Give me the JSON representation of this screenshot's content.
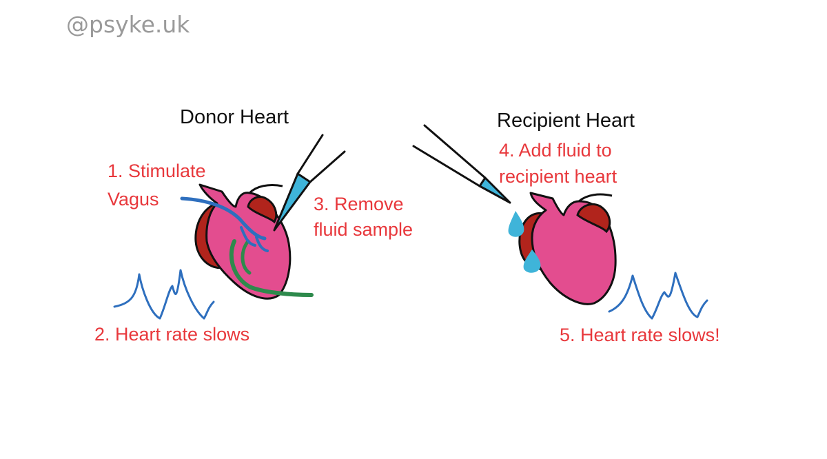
{
  "watermark": "@psyke.uk",
  "donor": {
    "title": "Donor Heart",
    "step1": "1. Stimulate\nVagus",
    "step2": "2. Heart rate slows",
    "step3": "3. Remove\nfluid sample"
  },
  "recipient": {
    "title": "Recipient Heart",
    "step4": "4. Add fluid to\nrecipient heart",
    "step5": "5. Heart rate slows!"
  },
  "colors": {
    "heart": "#e34d8f",
    "atrium": "#b1241c",
    "vagus_nerve": "#2e6fbe",
    "green_nerve": "#2e8a4c",
    "pipette_fluid": "#3fb4d9",
    "ecg": "#2e6fbe",
    "step_text": "#e8383c"
  },
  "icons": [
    "heart-icon",
    "pipette-icon",
    "droplet-icon",
    "ecg-trace-icon"
  ]
}
